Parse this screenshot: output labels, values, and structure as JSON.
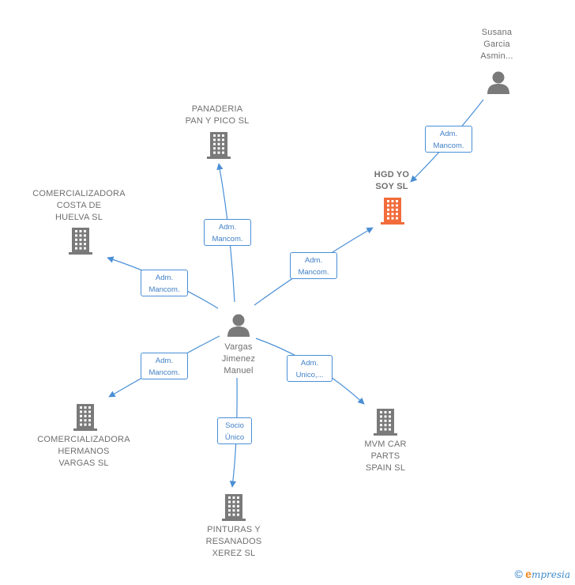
{
  "nodes": {
    "vargas": {
      "name": "Vargas\nJimenez\nManuel",
      "type": "person"
    },
    "susana": {
      "name": "Susana\nGarcia\nAsmin...",
      "type": "person"
    },
    "hgd": {
      "name": "HGD YO\nSOY  SL",
      "type": "company-focus"
    },
    "panaderia": {
      "name": "PANADERIA\nPAN Y PICO  SL",
      "type": "company"
    },
    "costa": {
      "name": "COMERCIALIZADORA\nCOSTA DE\nHUELVA  SL",
      "type": "company"
    },
    "hermanos": {
      "name": "COMERCIALIZADORA\nHERMANOS\nVARGAS  SL",
      "type": "company"
    },
    "pinturas": {
      "name": "PINTURAS Y\nRESANADOS\nXEREZ  SL",
      "type": "company"
    },
    "mvm": {
      "name": "MVM CAR\nPARTS\nSPAIN  SL",
      "type": "company"
    }
  },
  "edges": [
    {
      "from": "vargas",
      "to": "panaderia",
      "label": "Adm.\nMancom."
    },
    {
      "from": "vargas",
      "to": "costa",
      "label": "Adm.\nMancom."
    },
    {
      "from": "vargas",
      "to": "hgd",
      "label": "Adm.\nMancom."
    },
    {
      "from": "vargas",
      "to": "hermanos",
      "label": "Adm.\nMancom."
    },
    {
      "from": "vargas",
      "to": "pinturas",
      "label": "Socio\nÚnico"
    },
    {
      "from": "vargas",
      "to": "mvm",
      "label": "Adm.\nUnico,..."
    },
    {
      "from": "susana",
      "to": "hgd",
      "label": "Adm.\nMancom."
    }
  ],
  "colors": {
    "edge": "#4a8fd6",
    "company_icon": "#7a7a7a",
    "focus_icon": "#f26b3a",
    "person_icon": "#7a7a7a"
  },
  "footer": {
    "copyright_symbol": "©",
    "brand_initial": "e",
    "brand_rest": "mpresia"
  }
}
